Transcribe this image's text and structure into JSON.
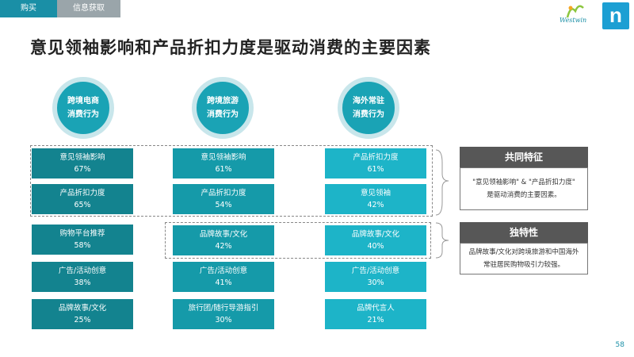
{
  "tabs": [
    "购买",
    "信息获取"
  ],
  "logo_text": "Westwin",
  "logo_mark": "n",
  "title": "意见领袖影响和产品折扣力度是驱动消费的主要因素",
  "columns": [
    {
      "circle": [
        "跨境电商",
        "消费行为"
      ],
      "bars": [
        {
          "label": "意见领袖影响",
          "value": "67%"
        },
        {
          "label": "产品折扣力度",
          "value": "65%"
        },
        {
          "label": "购物平台推荐",
          "value": "58%"
        },
        {
          "label": "广告/活动创意",
          "value": "38%"
        },
        {
          "label": "品牌故事/文化",
          "value": "25%"
        }
      ]
    },
    {
      "circle": [
        "跨境旅游",
        "消费行为"
      ],
      "bars": [
        {
          "label": "意见领袖影响",
          "value": "61%"
        },
        {
          "label": "产品折扣力度",
          "value": "54%"
        },
        {
          "label": "品牌故事/文化",
          "value": "42%"
        },
        {
          "label": "广告/活动创意",
          "value": "41%"
        },
        {
          "label": "旅行团/随行导游指引",
          "value": "30%"
        }
      ]
    },
    {
      "circle": [
        "海外常驻",
        "消费行为"
      ],
      "bars": [
        {
          "label": "产品折扣力度",
          "value": "61%"
        },
        {
          "label": "意见领袖",
          "value": "42%"
        },
        {
          "label": "品牌故事/文化",
          "value": "40%"
        },
        {
          "label": "广告/活动创意",
          "value": "30%"
        },
        {
          "label": "品牌代言人",
          "value": "21%"
        }
      ]
    }
  ],
  "common": {
    "header": "共同特征",
    "lines": [
      "\"意见领袖影响\" & \"产品折扣力度\"",
      "是驱动消费的主要因素。"
    ]
  },
  "unique": {
    "header": "独特性",
    "lines": [
      "品牌故事/文化对跨境旅游和中国海外",
      "常驻居民购物吸引力较强。"
    ]
  },
  "page_number": "58"
}
